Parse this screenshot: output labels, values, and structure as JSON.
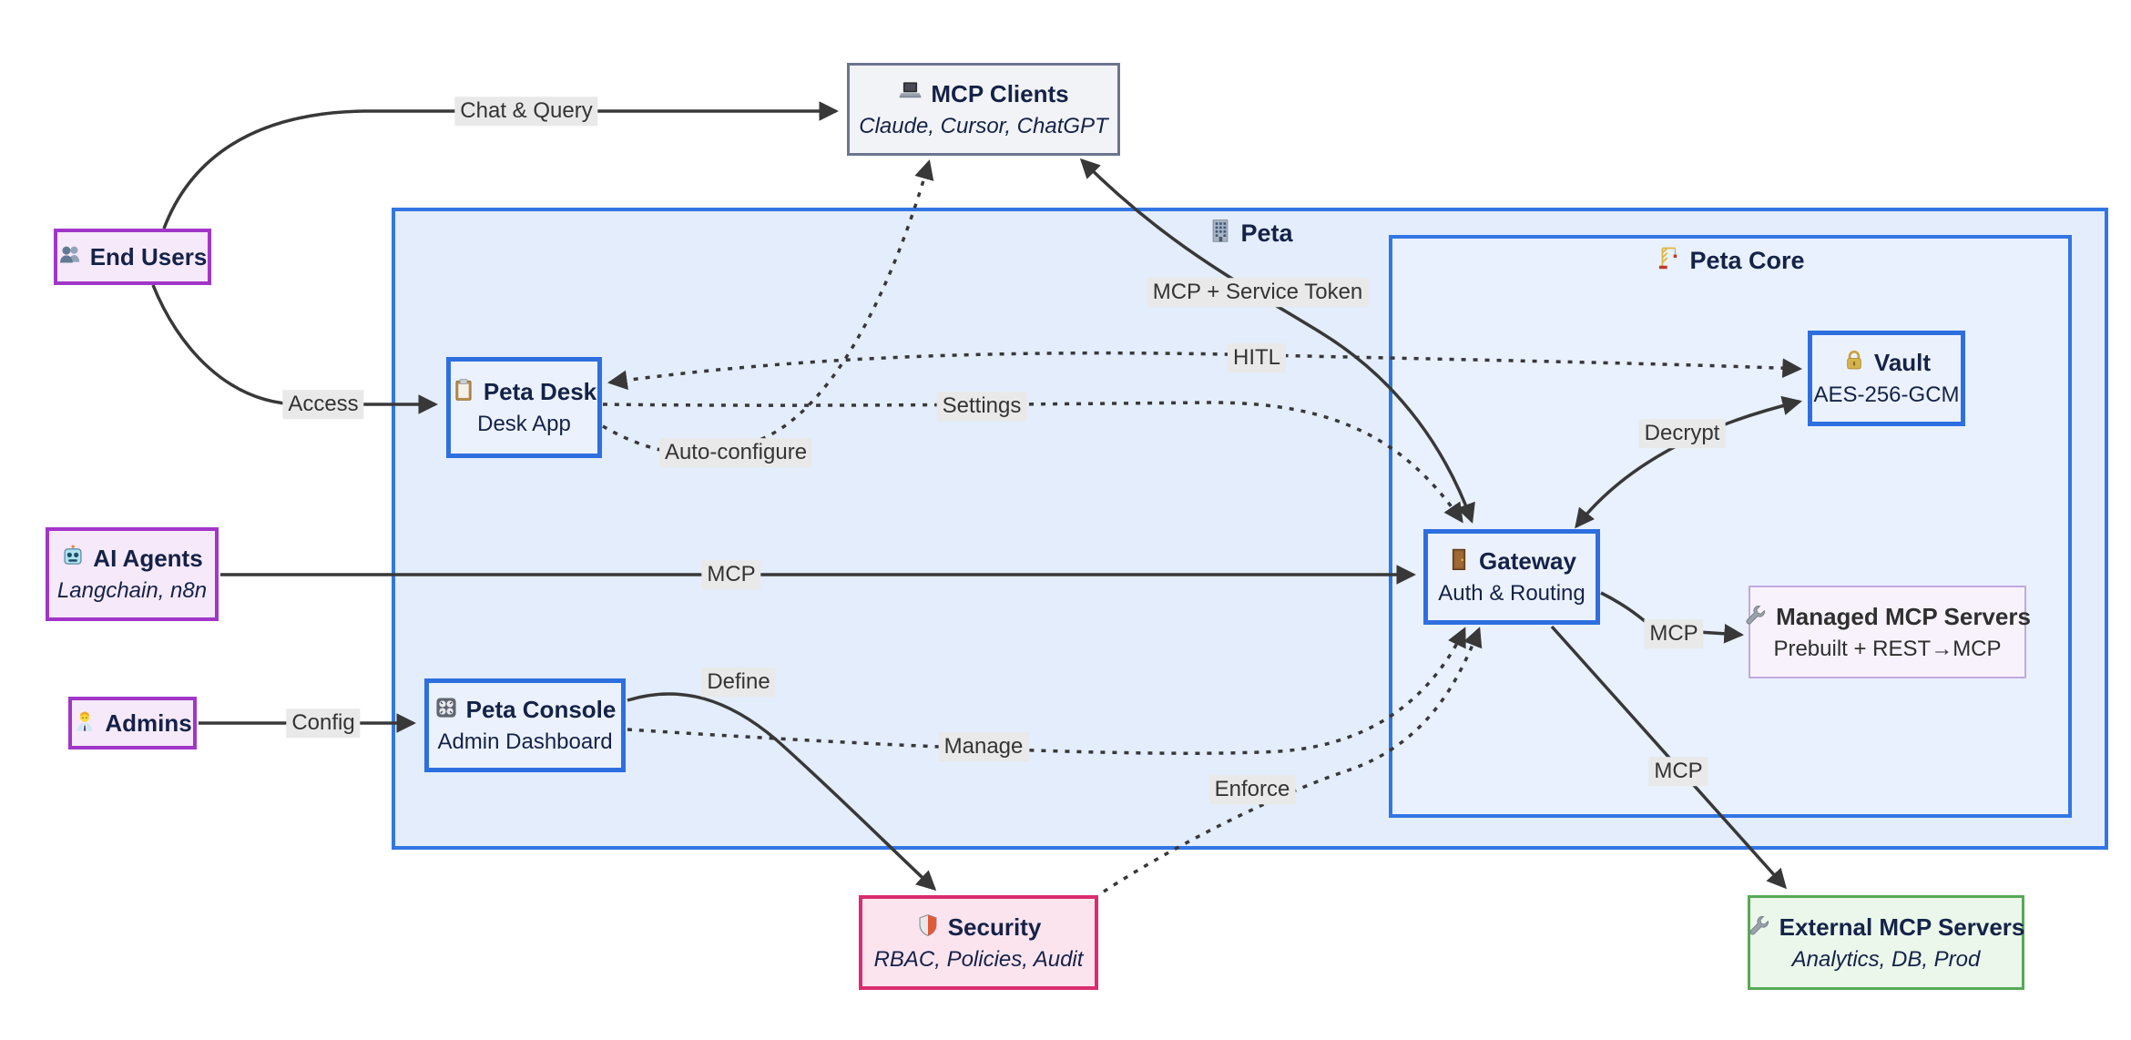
{
  "diagram": {
    "containers": {
      "peta": {
        "title": "Peta",
        "icon": "office-building-icon"
      },
      "peta_core": {
        "title": "Peta Core",
        "icon": "crane-icon"
      }
    },
    "nodes": {
      "mcp_clients": {
        "title": "MCP Clients",
        "subtitle": "Claude, Cursor, ChatGPT",
        "icon": "laptop-icon"
      },
      "end_users": {
        "title": "End Users",
        "icon": "users-icon"
      },
      "ai_agents": {
        "title": "AI Agents",
        "subtitle": "Langchain, n8n",
        "icon": "robot-icon"
      },
      "admins": {
        "title": "Admins",
        "icon": "office-worker-icon"
      },
      "peta_desk": {
        "title": "Peta Desk",
        "subtitle": "Desk App",
        "icon": "clipboard-icon"
      },
      "peta_console": {
        "title": "Peta Console",
        "subtitle": "Admin Dashboard",
        "icon": "control-knobs-icon"
      },
      "gateway": {
        "title": "Gateway",
        "subtitle": "Auth & Routing",
        "icon": "door-icon"
      },
      "vault": {
        "title": "Vault",
        "subtitle": "AES-256-GCM",
        "icon": "lock-icon"
      },
      "managed_mcp": {
        "title": "Managed MCP Servers",
        "subtitle": "Prebuilt + REST→MCP",
        "icon": "wrench-icon"
      },
      "external_mcp": {
        "title": "External MCP Servers",
        "subtitle": "Analytics, DB, Prod",
        "icon": "wrench-icon"
      },
      "security": {
        "title": "Security",
        "subtitle": "RBAC, Policies, Audit",
        "icon": "shield-icon"
      }
    },
    "edges": [
      {
        "from": "End Users",
        "to": "MCP Clients",
        "label": "Chat & Query",
        "style": "solid",
        "dir": "one"
      },
      {
        "from": "End Users",
        "to": "Peta Desk",
        "label": "Access",
        "style": "solid",
        "dir": "one"
      },
      {
        "from": "Admins",
        "to": "Peta Console",
        "label": "Config",
        "style": "solid",
        "dir": "one"
      },
      {
        "from": "AI Agents",
        "to": "Gateway",
        "label": "MCP",
        "style": "solid",
        "dir": "one"
      },
      {
        "from": "MCP Clients",
        "to": "Gateway",
        "label": "MCP + Service Token",
        "style": "solid",
        "dir": "both"
      },
      {
        "from": "Peta Desk",
        "to": "MCP Clients",
        "label": "Auto-configure",
        "style": "dotted",
        "dir": "one"
      },
      {
        "from": "Peta Desk",
        "to": "Vault",
        "label": "HITL",
        "style": "dotted",
        "dir": "both"
      },
      {
        "from": "Peta Desk",
        "to": "Gateway",
        "label": "Settings",
        "style": "dotted",
        "dir": "one"
      },
      {
        "from": "Gateway",
        "to": "Vault",
        "label": "Decrypt",
        "style": "solid",
        "dir": "both"
      },
      {
        "from": "Peta Console",
        "to": "Security",
        "label": "Define",
        "style": "solid",
        "dir": "one"
      },
      {
        "from": "Peta Console",
        "to": "Gateway",
        "label": "Manage",
        "style": "dotted",
        "dir": "one"
      },
      {
        "from": "Security",
        "to": "Gateway",
        "label": "Enforce",
        "style": "dotted",
        "dir": "one"
      },
      {
        "from": "Gateway",
        "to": "Managed MCP Servers",
        "label": "MCP",
        "style": "solid",
        "dir": "one"
      },
      {
        "from": "Gateway",
        "to": "External MCP Servers",
        "label": "MCP",
        "style": "solid",
        "dir": "one"
      }
    ],
    "colors": {
      "container_border": "#3276e4",
      "container_fill": "#e3edfb",
      "core_fill": "#e8f1fd",
      "node_blue_border": "#2e6fe0",
      "node_blue_fill": "#ebf2fd",
      "persona_border": "#a136c9",
      "persona_fill": "#f6e9f9",
      "clients_border": "#6b7590",
      "clients_fill": "#f2f3f6",
      "managed_border": "#c3a8de",
      "managed_fill": "#f8f2fd",
      "security_border": "#d92d6f",
      "security_fill": "#fbe4ee",
      "external_border": "#57a957",
      "external_fill": "#eaf7ea",
      "edge": "#383838",
      "edge_label_bg": "#e9e9e9",
      "text": "#152248"
    }
  }
}
